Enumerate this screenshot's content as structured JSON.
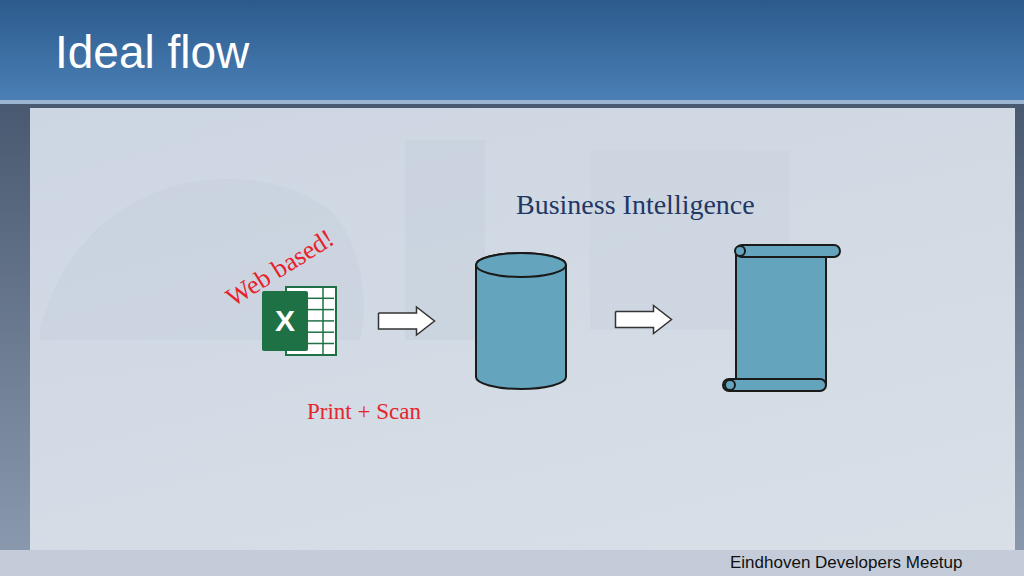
{
  "diagram": {
    "title": "Ideal flow",
    "nodes": [
      {
        "text": [
          "X"
        ]
      },
      {
        "text": []
      },
      {
        "text": [
          "Business Intelligence"
        ]
      }
    ],
    "edges": [
      {
        "from": 0,
        "to": 1,
        "arrow": "to"
      },
      {
        "from": 1,
        "to": 2,
        "arrow": "to"
      }
    ],
    "labels": [
      "Web based!",
      "Print + Scan",
      "Eindhoven Developers Meetup"
    ]
  }
}
